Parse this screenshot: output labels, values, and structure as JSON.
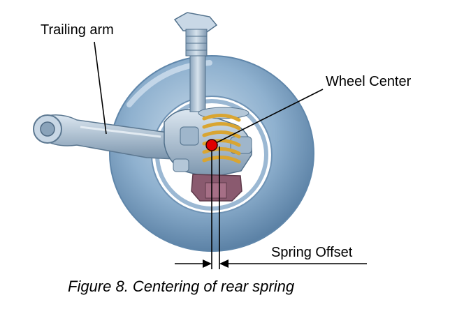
{
  "labels": {
    "trailing_arm": "Trailing arm",
    "wheel_center": "Wheel Center",
    "spring_offset": "Spring Offset"
  },
  "caption": "Figure 8. Centering of rear spring",
  "colors": {
    "tire": "#7fa6c9",
    "metal": "#a8bdd0",
    "spring": "#d9a531",
    "bracket": "#8a5a6f",
    "wheel_center_marker": "#e00000",
    "background": "#ffffff"
  }
}
